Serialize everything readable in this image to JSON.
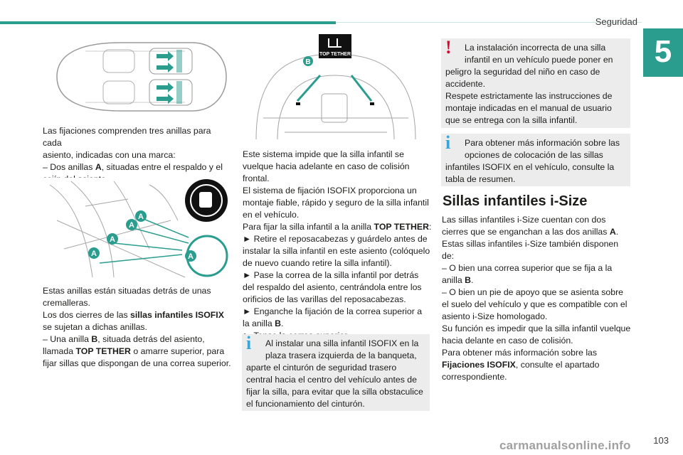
{
  "header": {
    "section": "Seguridad",
    "chapter": "5",
    "page": "103"
  },
  "col1": {
    "p1": [
      "Las fijaciones comprenden tres anillas para cada",
      "asiento, indicadas con una marca:",
      "– Dos anillas ",
      "A",
      ", situadas entre el respaldo y el",
      "cojín del asiento."
    ],
    "fig2_marker": "A",
    "p2_l1": "Estas anillas están situadas detrás de unas",
    "p2_l2": "cremalleras.",
    "p2_l3a": "Los dos cierres de las ",
    "p2_l3b": "sillas infantiles ISOFIX",
    "p2_l4": "se sujetan a dichas anillas.",
    "p2_l5a": "– Una anilla ",
    "p2_l5b": "B",
    "p2_l5c": ", situada detrás del asiento,",
    "p2_l6a": "llamada ",
    "p2_l6b": "TOP TETHER",
    "p2_l6c": " o amarre superior, para",
    "p2_l7": "fijar sillas que dispongan de una correa superior."
  },
  "col2": {
    "fig_label": "TOP TETHER",
    "fig_marker": "B",
    "lines": [
      "Este sistema impide que la silla infantil se",
      "vuelque hacia adelante en caso de colisión",
      "frontal.",
      "El sistema de fijación ISOFIX proporciona un",
      "montaje fiable, rápido y seguro de la silla infantil",
      "en el vehículo."
    ],
    "l7a": "Para fijar la silla infantil a la anilla ",
    "l7b": "TOP TETHER",
    "l7c": ":",
    "l8": "► Retire el reposacabezas y guárdelo antes de",
    "l9": "instalar la silla infantil en este asiento (colóquelo",
    "l10": "de nuevo cuando retire la silla infantil).",
    "l11": "► Pase la correa de la silla infantil por detrás",
    "l12": "del respaldo del asiento, centrándola entre los",
    "l13": "orificios de las varillas del reposacabezas.",
    "l14": "► Enganche la fijación de la correa superior a",
    "l15a": "la anilla ",
    "l15b": "B",
    "l15c": ".",
    "l16": "► Tense la correa superior.",
    "note": [
      "Al instalar una silla infantil ISOFIX en la",
      "plaza trasera izquierda de la banqueta,",
      "aparte el cinturón de seguridad trasero",
      "central hacia el centro del vehículo antes de",
      "fijar la silla, para evitar que la silla obstaculice",
      "el funcionamiento del cinturón."
    ]
  },
  "col3": {
    "warn": [
      "La instalación incorrecta de una silla",
      "infantil en un vehículo puede poner en",
      "peligro la seguridad del niño en caso de",
      "accidente.",
      "Respete estrictamente las instrucciones de",
      "montaje indicadas en el manual de usuario",
      "que se entrega con la silla infantil."
    ],
    "info": [
      "Para obtener más información sobre las",
      "opciones de colocación de las sillas",
      "infantiles ISOFIX en el vehículo, consulte la",
      "tabla de resumen."
    ],
    "heading": "Sillas infantiles i-Size",
    "b1": "Las sillas infantiles i-Size cuentan con dos",
    "b2a": "cierres que se enganchan a las dos anillas ",
    "b2b": "A",
    "b2c": ".",
    "b3": "Estas sillas infantiles i-Size también disponen",
    "b4": "de:",
    "b5": "– O bien una correa superior que se fija a la",
    "b6a": "anilla ",
    "b6b": "B",
    "b6c": ".",
    "b7": "– O bien un pie de apoyo que se asienta sobre",
    "b8": "el suelo del vehículo y que es compatible con el",
    "b9": "asiento i-Size homologado.",
    "b10": "Su función es impedir que la silla infantil vuelque",
    "b11": "hacia delante en caso de colisión.",
    "b12": "Para obtener más información sobre las",
    "b13a": "Fijaciones ISOFIX",
    "b13b": ", consulte el apartado",
    "b14": "correspondiente."
  },
  "watermark": "carmanualsonline.info",
  "colors": {
    "accent": "#2a9d8f",
    "warning": "#e4032e",
    "info": "#3aa6d8",
    "note_bg": "#ececec"
  }
}
